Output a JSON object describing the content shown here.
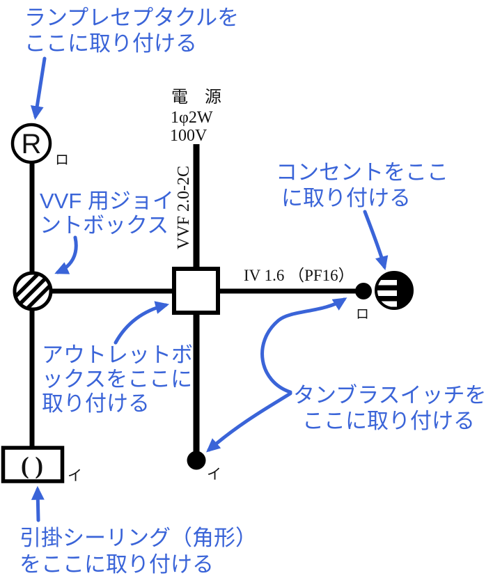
{
  "colors": {
    "annotation_blue": "#3a64d8",
    "diagram_black": "#000000",
    "background": "#ffffff"
  },
  "power_source": {
    "label": "電　源",
    "phase": "1φ2W",
    "voltage": "100V"
  },
  "wiring": {
    "vertical_cable_label": "VVF 2.0-2C",
    "horizontal_cable_label": "IV 1.6 （PF16）"
  },
  "symbols": {
    "lamp_receptacle": {
      "letter": "R",
      "circuit": "ロ"
    },
    "switch_ro": {
      "circuit": "ロ"
    },
    "switch_i": {
      "circuit": "イ"
    },
    "ceiling_rose": {
      "glyph": "( )",
      "circuit": "イ"
    }
  },
  "annotations": {
    "lamp_receptacle": {
      "lines": [
        "ランプレセプタクルを",
        "ここに取り付ける"
      ]
    },
    "joint_box": {
      "lines": [
        "VVF 用ジョイ",
        "ントボックス"
      ]
    },
    "outlet": {
      "lines": [
        "コンセントをここ",
        "に取り付ける"
      ]
    },
    "outlet_box": {
      "lines": [
        "アウトレットボ",
        "ックスをここに",
        "取り付ける"
      ]
    },
    "tumbler_switch": {
      "lines": [
        "タンブラスイッチを",
        "ここに取り付ける"
      ]
    },
    "ceiling_rose": {
      "lines": [
        "引掛シーリング（角形）",
        "をここに取り付ける"
      ]
    }
  }
}
